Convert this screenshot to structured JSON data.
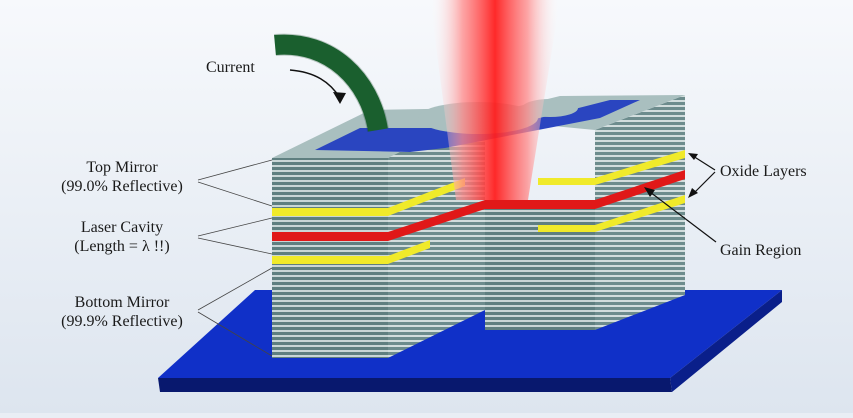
{
  "labels": {
    "current": "Current",
    "top_mirror_line1": "Top Mirror",
    "top_mirror_line2": "(99.0% Reflective)",
    "laser_cavity_line1": "Laser Cavity",
    "laser_cavity_line2": "(Length = λ !!)",
    "bottom_mirror_line1": "Bottom Mirror",
    "bottom_mirror_line2": "(99.9% Reflective)",
    "oxide_layers": "Oxide Layers",
    "gain_region": "Gain Region"
  },
  "colors": {
    "substrate": "#1030c8",
    "mirror_front": "#6b8a8a",
    "mirror_side": "#7c9a9a",
    "mirror_top": "#a7bcbc",
    "oxide": "#f0ea2a",
    "gain": "#e01818",
    "contact": "#2a45c0",
    "wire": "#1f6b35",
    "beam": "#ff2a2a"
  }
}
